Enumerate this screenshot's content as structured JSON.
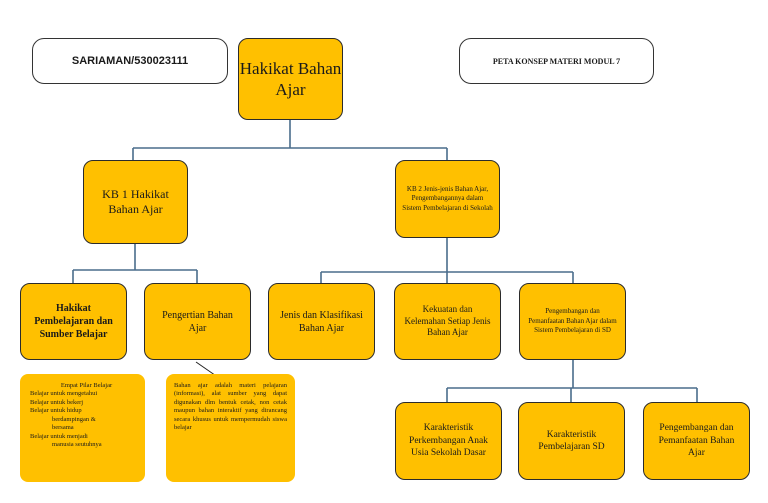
{
  "header": {
    "student": "SARIAMAN/530023111",
    "map_title": "PETA KONSEP MATERI MODUL 7"
  },
  "root": "Hakikat Bahan Ajar",
  "kb1": {
    "title": "KB 1 Hakikat Bahan Ajar",
    "child1": "Hakikat Pembelajaran dan Sumber Belajar",
    "child2": "Pengertian Bahan Ajar",
    "note1": {
      "line1": "Empat Pilar Belajar",
      "line2": "Belajar untuk mengetahui",
      "line3": "Belajar untuk bekerj",
      "line4": "Belajar untuk hidup",
      "line5": "berdampingan &",
      "line6": "bersama",
      "line7": "Belajar untuk menjadi",
      "line8": "manusia seutuhnya"
    },
    "note2": "Bahan ajar adalah materi pelajaran (informasi), alat sumber yang dapat digunakan dlm bentuk cetak, non cetak maupun bahan interaktif yang dirancang secara khusus untuk mempermudah siswa belajar"
  },
  "kb2": {
    "title": "KB 2 Jenis-jenis Bahan Ajar, Pengembangannya dalam Sistem Pembelajaran di Sekolah",
    "child1": "Jenis dan Klasifikasi Bahan Ajar",
    "child2": "Kekuatan dan Kelemahan Setiap Jenis Bahan Ajar",
    "child3": "Pengembangan dan Pemanfaatan Bahan Ajar dalam Sistem Pembelajaran di SD",
    "sub1": "Karakteristik Perkembangan Anak Usia Sekolah Dasar",
    "sub2": "Karakteristik Pembelajaran SD",
    "sub3": "Pengembangan dan Pemanfaatan Bahan Ajar"
  }
}
